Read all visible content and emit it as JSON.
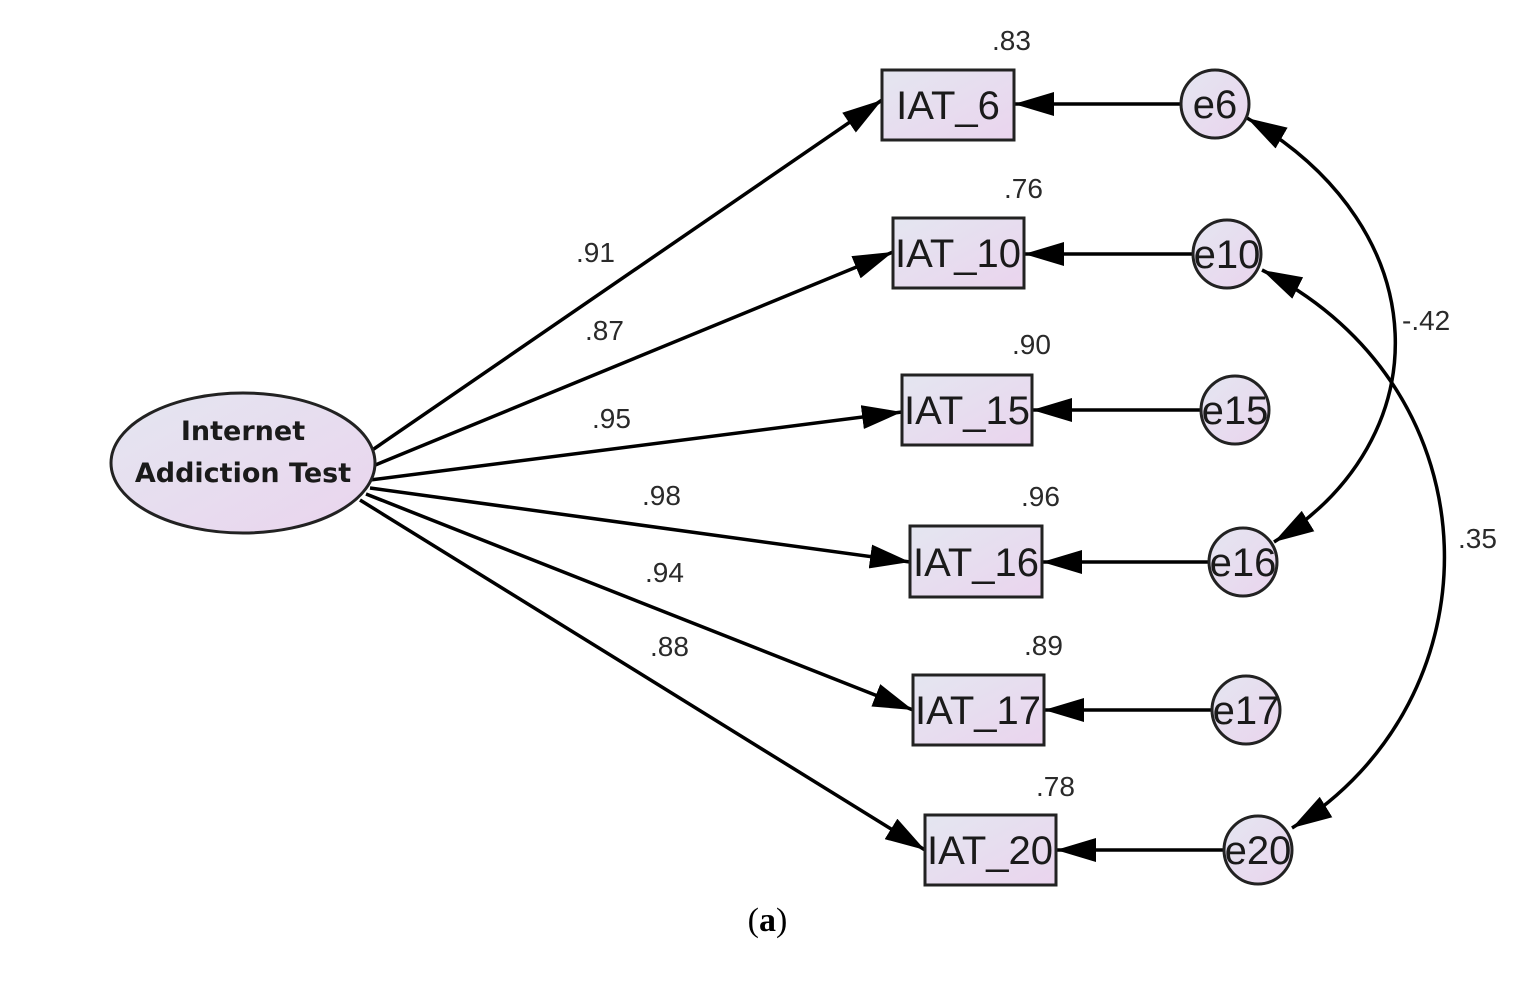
{
  "latent": {
    "label_line1": "Internet",
    "label_line2": "Addiction Test"
  },
  "items": [
    {
      "name": "IAT_6",
      "loading": ".91",
      "r2": ".83",
      "error": "e6"
    },
    {
      "name": "IAT_10",
      "loading": ".87",
      "r2": ".76",
      "error": "e10"
    },
    {
      "name": "IAT_15",
      "loading": ".95",
      "r2": ".90",
      "error": "e15"
    },
    {
      "name": "IAT_16",
      "loading": ".98",
      "r2": ".96",
      "error": "e16"
    },
    {
      "name": "IAT_17",
      "loading": ".94",
      "r2": ".89",
      "error": "e17"
    },
    {
      "name": "IAT_20",
      "loading": ".88",
      "r2": ".78",
      "error": "e20"
    }
  ],
  "covariances": [
    {
      "from": "e6",
      "to": "e16",
      "value": "-.42"
    },
    {
      "from": "e10",
      "to": "e20",
      "value": ".35"
    }
  ],
  "caption": {
    "open": "(",
    "letter": "a",
    "close": ")"
  },
  "colors": {
    "fill_start": "#e4e6f0",
    "fill_end": "#ead4ee",
    "stroke": "#222222",
    "arrow": "#000000"
  }
}
